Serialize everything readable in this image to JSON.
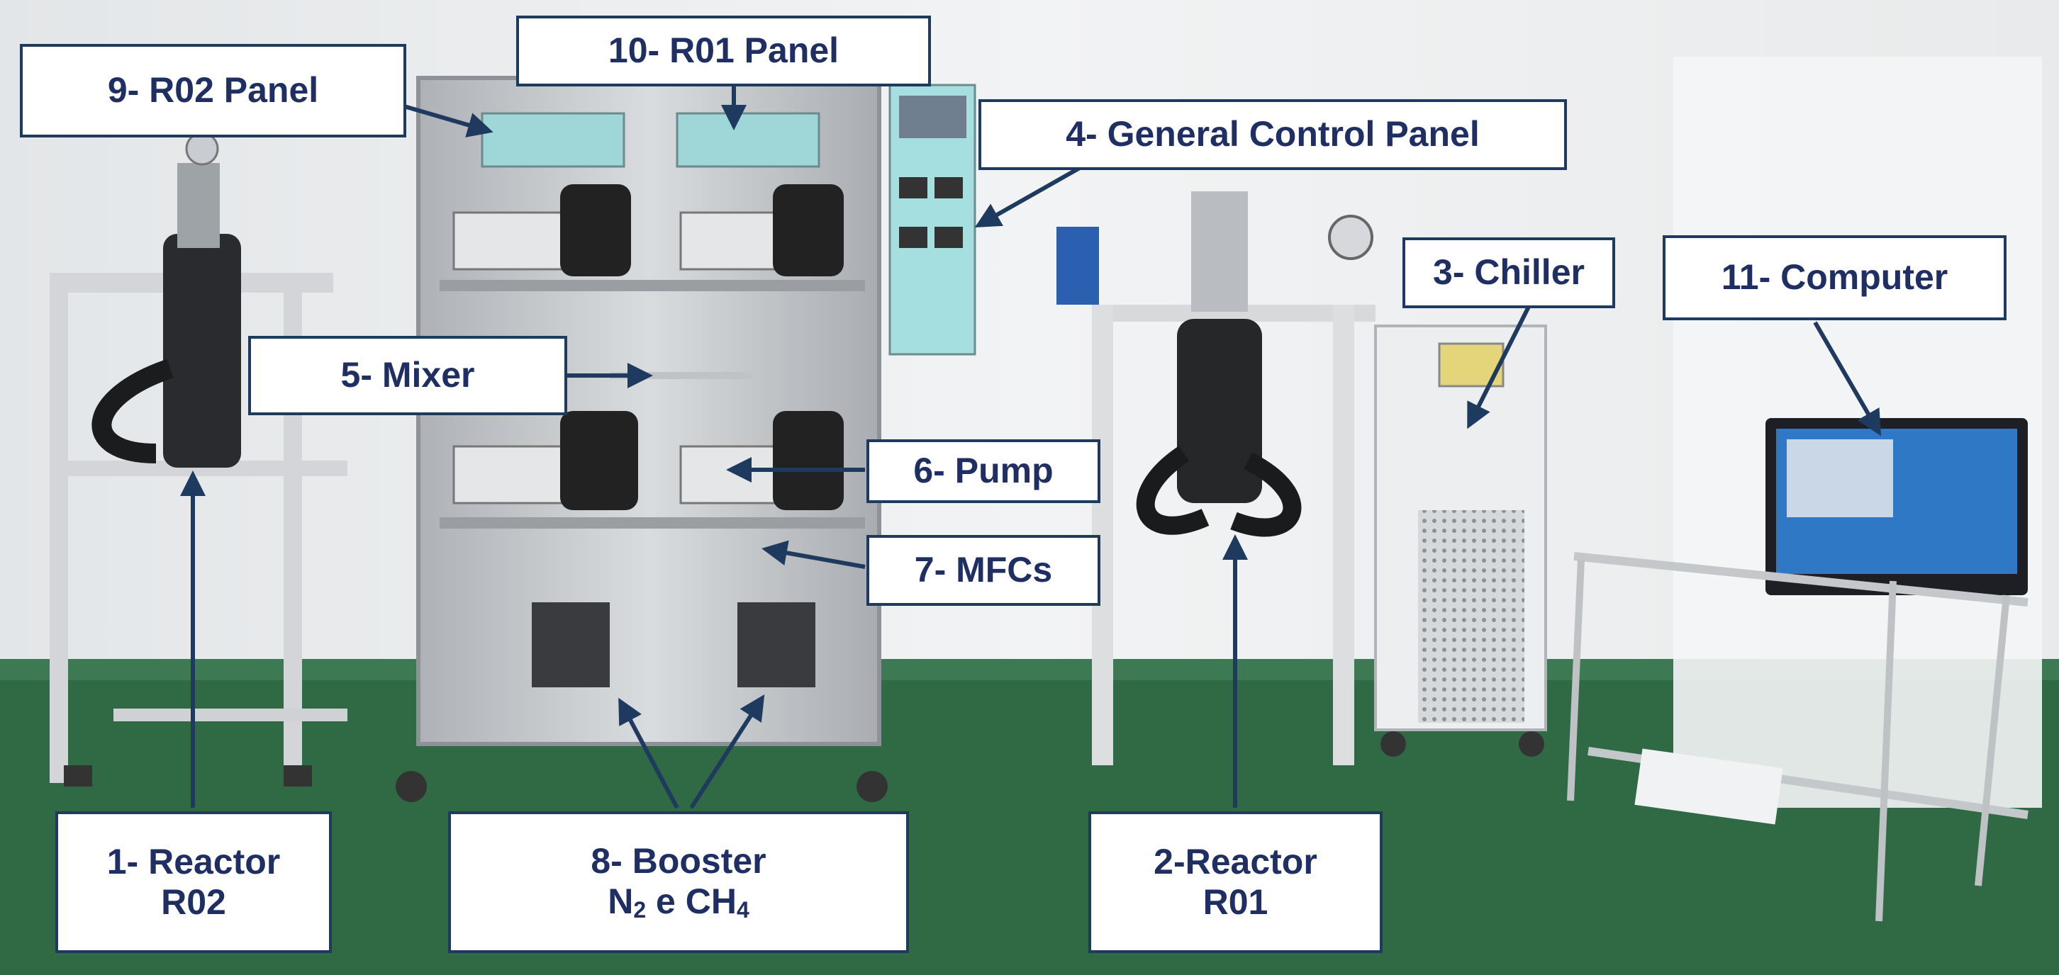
{
  "colors": {
    "callout_text": "#1f2f63",
    "callout_border": "#1f3a5f",
    "arrow": "#1f3a5f",
    "floor": "#2f6a45",
    "wall": "#eceeef"
  },
  "labels": {
    "l1": {
      "line1": "1- Reactor",
      "line2": "R02"
    },
    "l2": {
      "line1": "2-Reactor",
      "line2": "R01"
    },
    "l3": "3- Chiller",
    "l4": "4- General Control Panel",
    "l5": "5- Mixer",
    "l6": "6- Pump",
    "l7": "7- MFCs",
    "l8": {
      "line1": "8- Booster",
      "n": "N",
      "n_sub": "2",
      "mid": " e CH",
      "ch_sub": "4"
    },
    "l9": "9- R02 Panel",
    "l10": "10- R01 Panel",
    "l11": "11- Computer"
  }
}
